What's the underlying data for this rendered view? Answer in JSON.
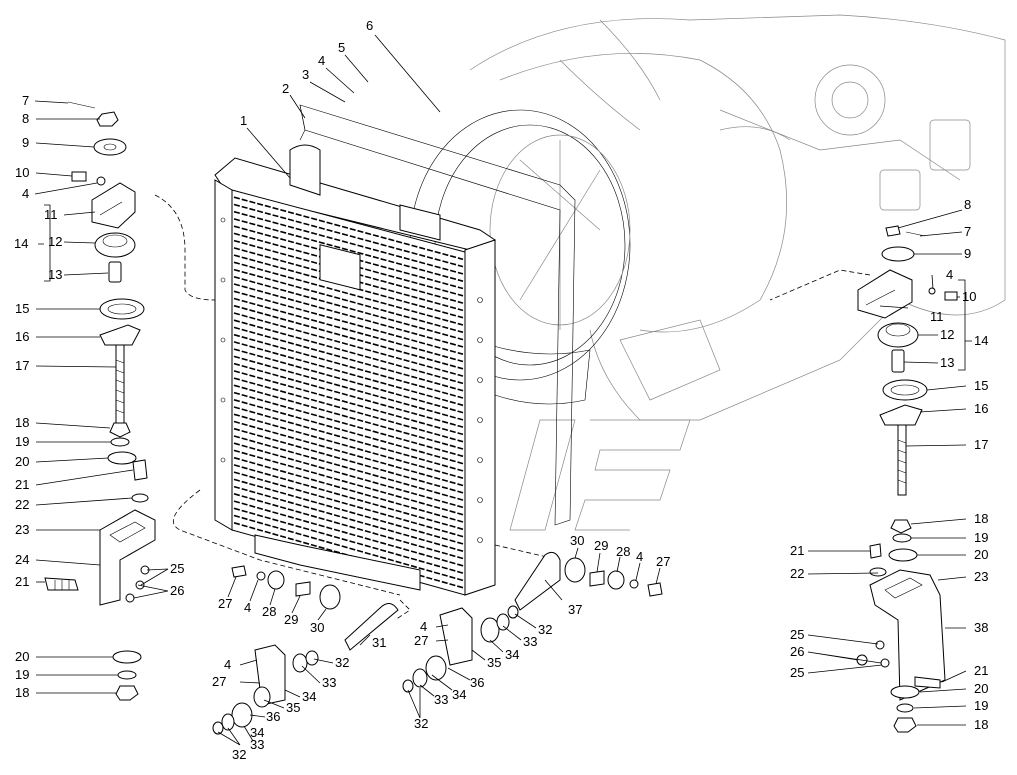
{
  "diagram": {
    "part_numbers": [
      "1",
      "2",
      "3",
      "4",
      "5",
      "6",
      "7",
      "8",
      "9",
      "10",
      "11",
      "12",
      "13",
      "14",
      "15",
      "16",
      "17",
      "18",
      "19",
      "20",
      "21",
      "22",
      "23",
      "24",
      "25",
      "26",
      "27",
      "28",
      "29",
      "30",
      "31",
      "32",
      "33",
      "34",
      "35",
      "36",
      "37",
      "38"
    ]
  }
}
